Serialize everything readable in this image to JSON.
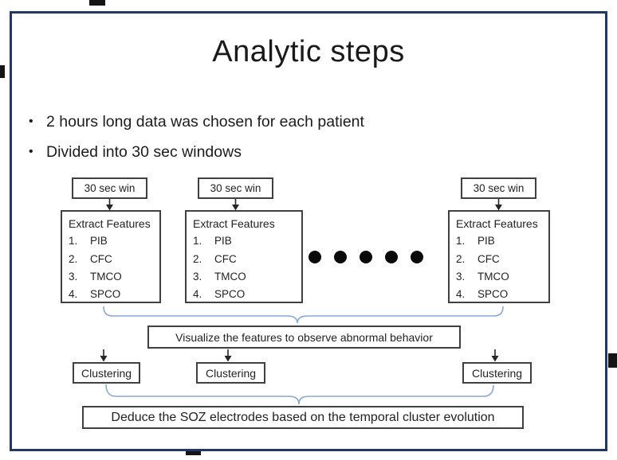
{
  "slide": {
    "title": "Analytic steps",
    "bullet_char": "•",
    "bullets": [
      "2 hours long data was chosen for each patient",
      "Divided into 30 sec windows"
    ]
  },
  "diagram": {
    "window_box_label": "30 sec win",
    "extract_title": "Extract Features",
    "features": [
      {
        "num": "1.",
        "name": "PIB"
      },
      {
        "num": "2.",
        "name": "CFC"
      },
      {
        "num": "3.",
        "name": "TMCO"
      },
      {
        "num": "4.",
        "name": "SPCO"
      }
    ],
    "ellipsis_dot_count": 5,
    "visualize_label": "Visualize the features to observe abnormal behavior",
    "clustering_label": "Clustering",
    "deduce_label": "Deduce the SOZ electrodes based on the temporal cluster evolution"
  },
  "colors": {
    "slide_border": "#1f3864",
    "box_border": "#404040",
    "brace": "#88a7d8",
    "arrow": "#262626",
    "text": "#1f1f1f"
  }
}
